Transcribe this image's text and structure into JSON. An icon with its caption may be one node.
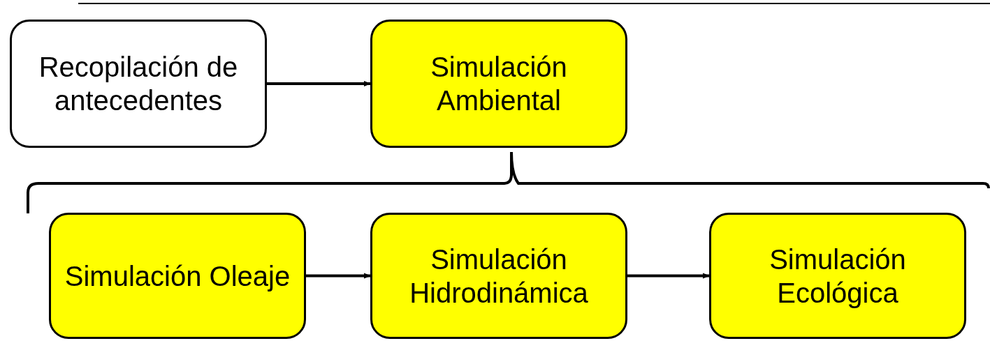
{
  "diagram": {
    "nodes": [
      {
        "text": [
          "Recopilación de antecedentes"
        ]
      },
      {
        "text": [
          "Simulación Ambiental"
        ]
      },
      {
        "text": [
          "Simulación Oleaje"
        ]
      },
      {
        "text": [
          "Simulación Hidrodinámica"
        ]
      },
      {
        "text": [
          "Simulación Ecológica"
        ]
      }
    ],
    "edges": [
      {
        "from": 0,
        "to": 1,
        "arrow": "to"
      },
      {
        "from": 2,
        "to": 3,
        "arrow": "to"
      },
      {
        "from": 3,
        "to": 4,
        "arrow": "to"
      }
    ]
  }
}
